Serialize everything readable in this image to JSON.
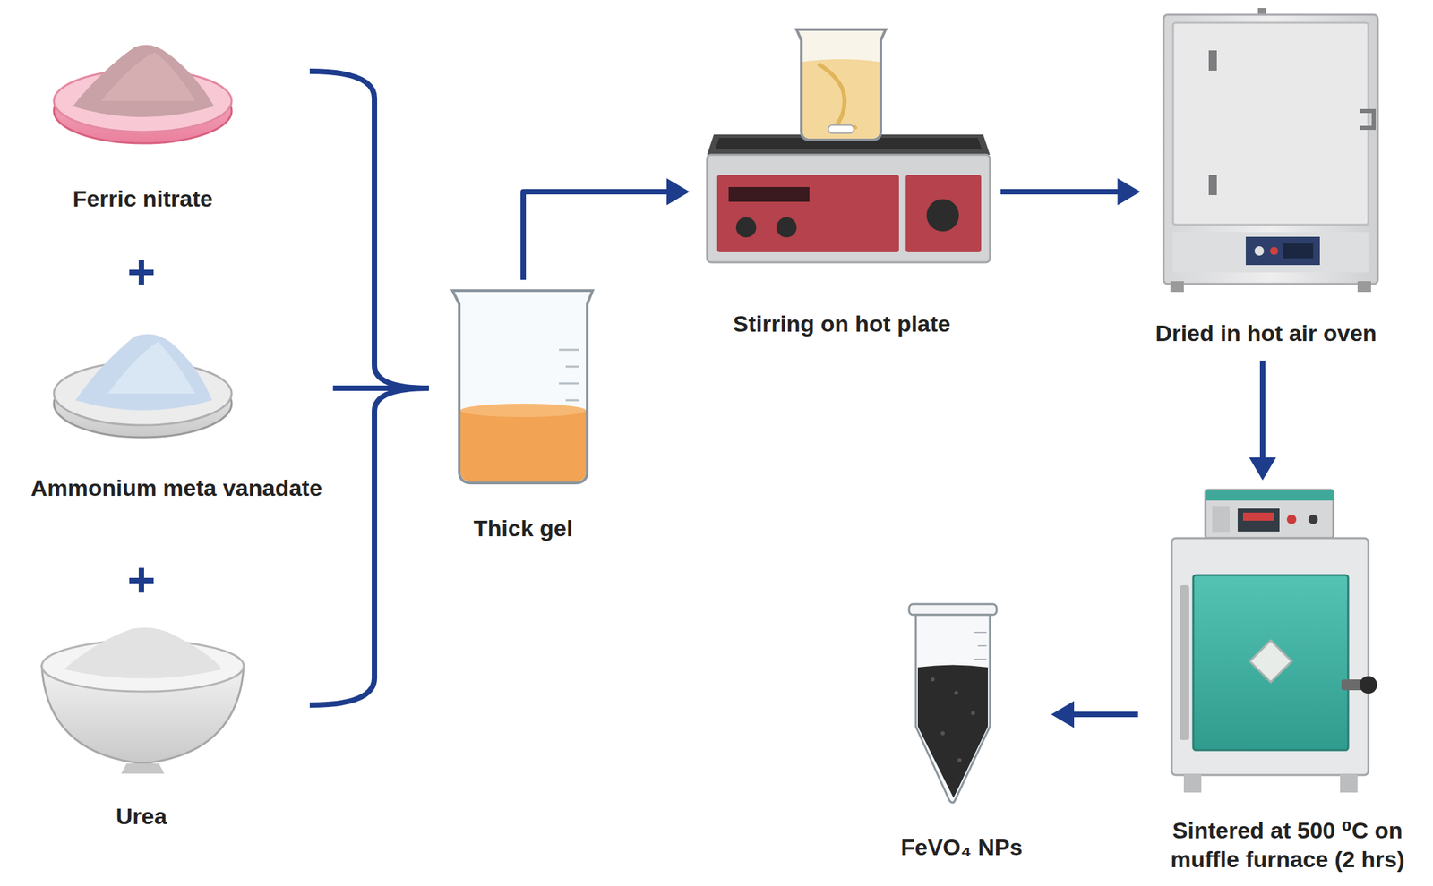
{
  "diagram": {
    "nodes": [
      {
        "text": [
          "Ferric nitrate"
        ]
      },
      {
        "text": [
          "Ammonium meta vanadate"
        ]
      },
      {
        "text": [
          "Urea"
        ]
      },
      {
        "text": [
          "Thick gel"
        ]
      },
      {
        "text": [
          "Stirring on hot plate"
        ]
      },
      {
        "text": [
          "Dried in hot air oven"
        ]
      },
      {
        "text": [
          "Sintered at 500 ⁰C on muffle furnace (2 hrs)"
        ]
      },
      {
        "text": [
          "FeVO₄ NPs"
        ]
      }
    ],
    "edges": [
      {
        "from": 0,
        "to": 3,
        "arrow": "none"
      },
      {
        "from": 1,
        "to": 3,
        "arrow": "none"
      },
      {
        "from": 2,
        "to": 3,
        "arrow": "none"
      },
      {
        "from": 3,
        "to": 4,
        "arrow": "to"
      },
      {
        "from": 4,
        "to": 5,
        "arrow": "to"
      },
      {
        "from": 5,
        "to": 6,
        "arrow": "to"
      },
      {
        "from": 6,
        "to": 7,
        "arrow": "to"
      }
    ],
    "labels": [
      "+",
      "+"
    ]
  }
}
